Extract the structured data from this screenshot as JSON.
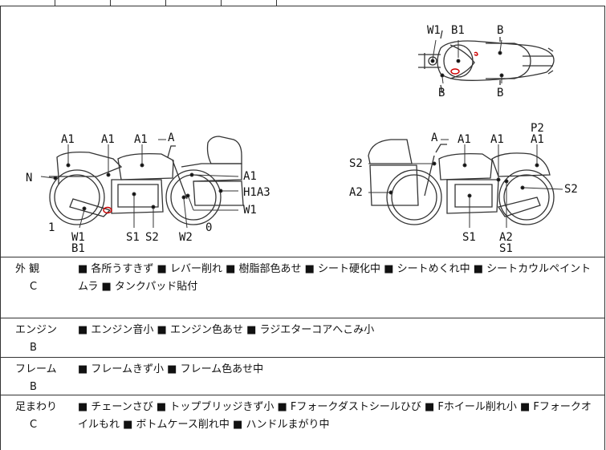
{
  "diagram": {
    "top_view_labels": [
      "W1",
      "B1",
      "B",
      "B",
      "B"
    ],
    "left_side_labels": [
      "A1",
      "A1",
      "A1",
      "A",
      "N",
      "A1",
      "H1A3",
      "W1",
      "1",
      "W1",
      "B1",
      "S1",
      "S2",
      "W2",
      "0"
    ],
    "right_side_labels": [
      "A",
      "A1",
      "A1",
      "P2",
      "A1",
      "S2",
      "A2",
      "S2",
      "S1",
      "A2",
      "S1"
    ]
  },
  "sections": [
    {
      "name": "外 観",
      "grade": "C",
      "text": "■ 各所うすきず ■ レバー削れ ■ 樹脂部色あせ ■ シート硬化中 ■ シートめくれ中 ■ シートカウルペイントムラ ■ タンクパッド貼付"
    },
    {
      "name": "エンジン",
      "grade": "B",
      "text": "■ エンジン音小 ■ エンジン色あせ ■ ラジエターコアへこみ小"
    },
    {
      "name": "フレーム",
      "grade": "B",
      "text": "■ フレームきず小 ■ フレーム色あせ中"
    },
    {
      "name": "足まわり",
      "grade": "C",
      "text": "■ チェーンさび ■ トップブリッジきず小 ■ Fフォークダストシールひび ■ Fホイール削れ小 ■ Fフォークオイルもれ ■ ボトムケース削れ中 ■ ハンドルまがり中"
    }
  ]
}
